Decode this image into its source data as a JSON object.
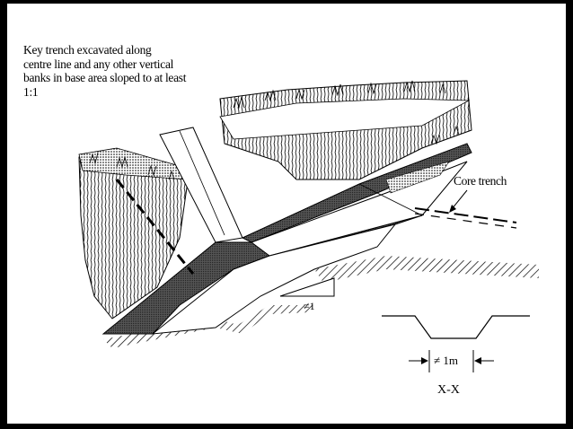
{
  "caption": {
    "lines": [
      "Key trench excavated along",
      "centre line  and  any  other vertical",
      "banks in  base  area sloped to at least",
      "1:1"
    ]
  },
  "labels": {
    "core_trench": "Core trench",
    "slope_ratio": "≠1",
    "width": "≠ 1m",
    "section": "X-X"
  }
}
